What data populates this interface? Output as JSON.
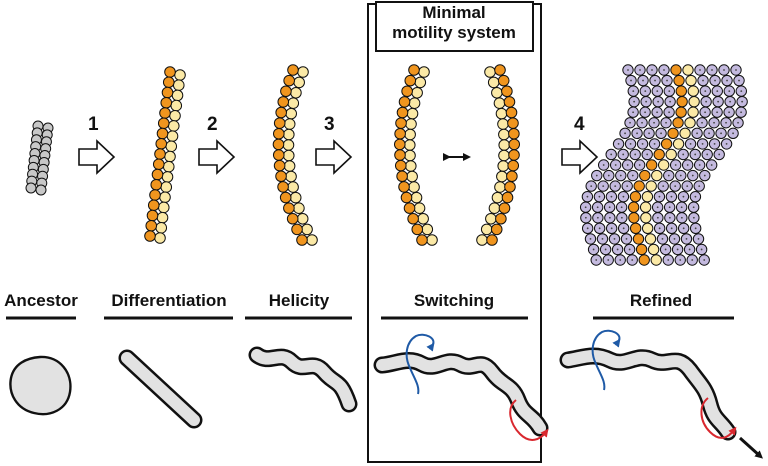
{
  "steps": [
    "1",
    "2",
    "3",
    "4"
  ],
  "box_title_line1": "Minimal",
  "box_title_line2": "motility system",
  "stages": {
    "ancestor": "Ancestor",
    "differentiation": "Differentiation",
    "helicity": "Helicity",
    "switching": "Switching",
    "refined": "Refined"
  },
  "colors": {
    "grey_bead": "#c8c8c8",
    "orange_bead": "#f0951e",
    "cream_bead": "#fbe9a6",
    "purple_bead": "#c4badf",
    "blue_arrow": "#1f5aa6",
    "red_arrow": "#d9282f",
    "cell_fill": "#e2e2e2"
  },
  "icons": [
    "open-arrow-icon",
    "double-headed-arrow-icon",
    "rotation-arrow-icon",
    "motion-arrow-icon"
  ]
}
